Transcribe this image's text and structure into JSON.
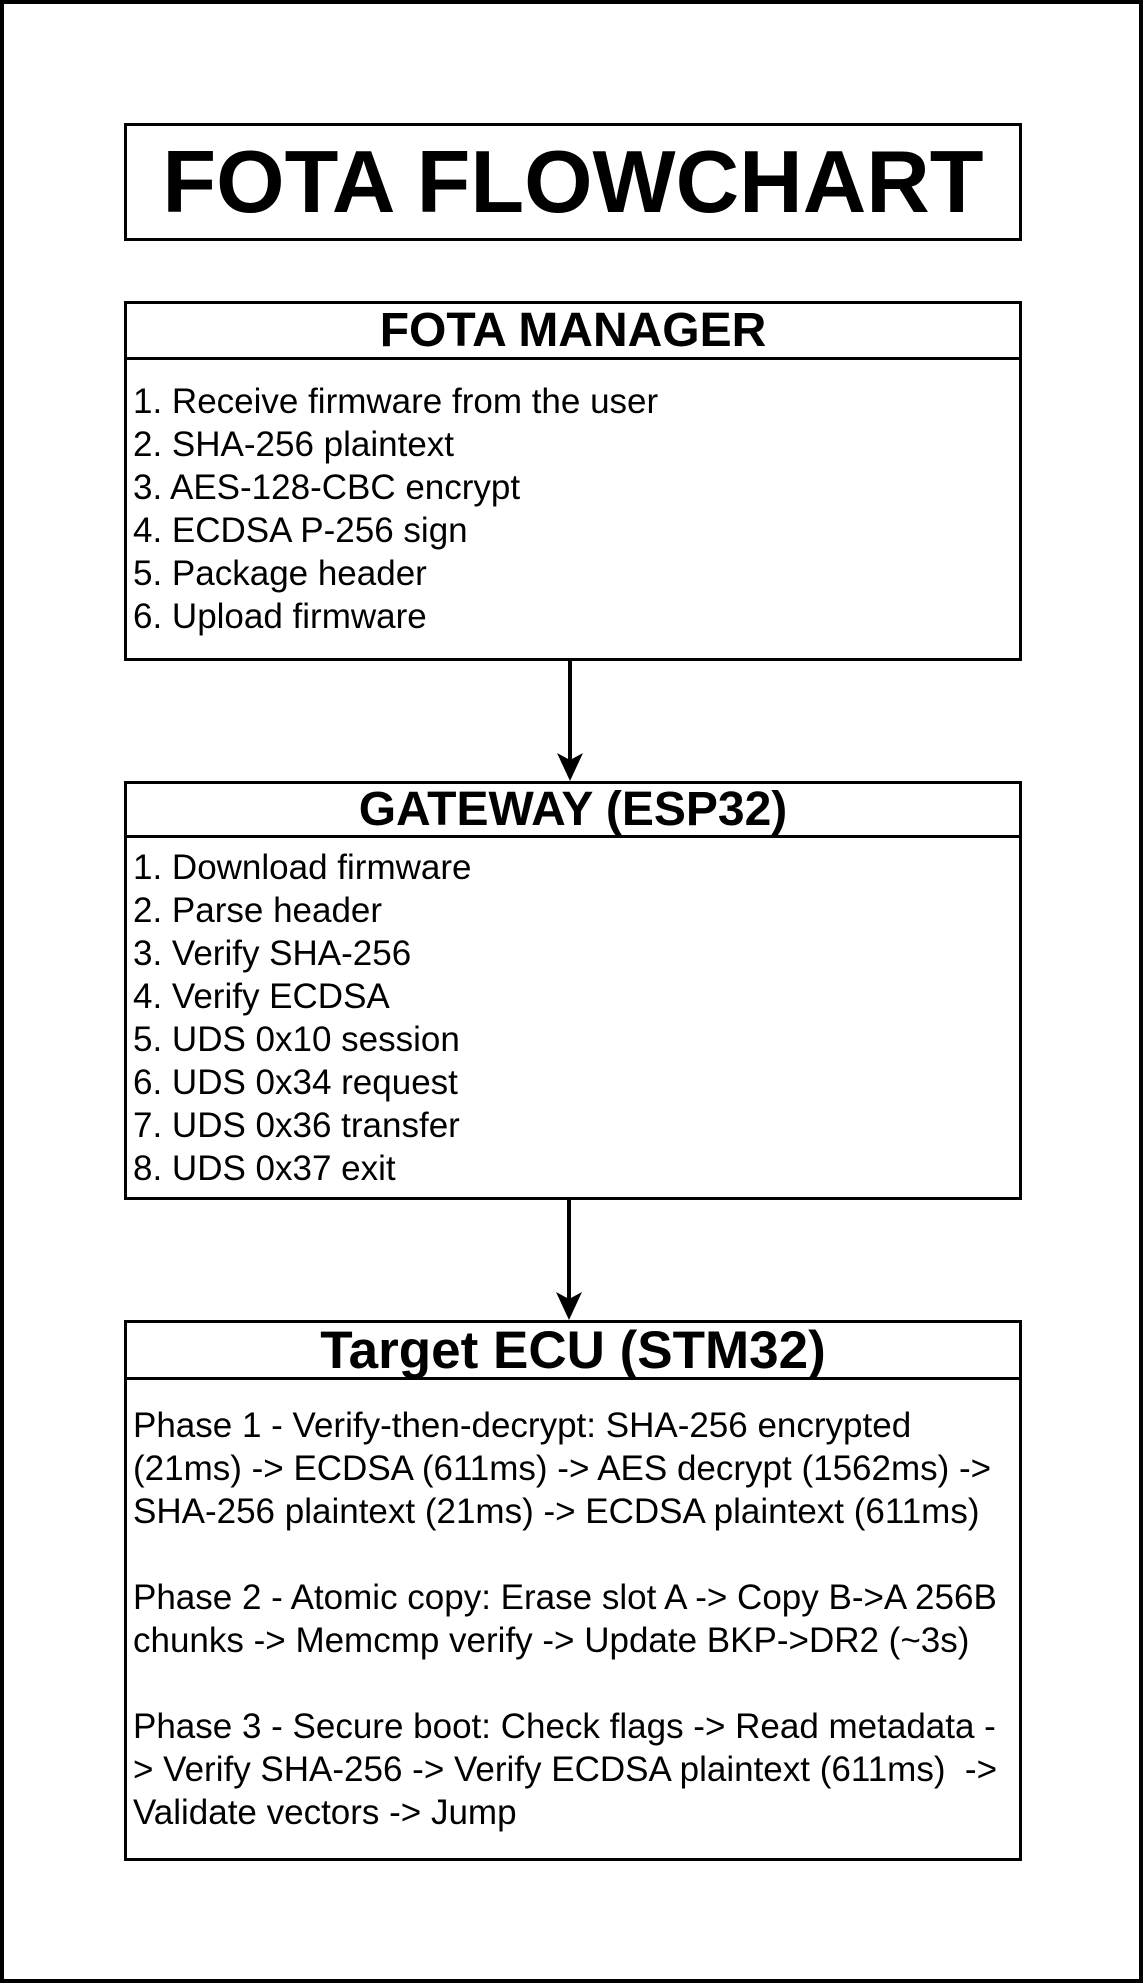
{
  "page": {
    "background": "#ffffff",
    "line_color": "#000000"
  },
  "title_box": {
    "label": "FOTA FLOWCHART"
  },
  "boxes": [
    {
      "id": "fota-manager",
      "title": "FOTA MANAGER",
      "items": [
        "1. Receive firmware from the user",
        "2. SHA-256 plaintext",
        "3. AES-128-CBC encrypt",
        "4. ECDSA P-256 sign",
        "5. Package header",
        "6. Upload firmware"
      ]
    },
    {
      "id": "gateway-esp32",
      "title": "GATEWAY (ESP32)",
      "items": [
        "1. Download firmware",
        "2. Parse header",
        "3. Verify SHA-256",
        "4. Verify ECDSA",
        "5. UDS 0x10 session",
        "6. UDS 0x34 request",
        "7. UDS 0x36 transfer",
        "8. UDS 0x37 exit"
      ]
    },
    {
      "id": "target-ecu-stm32",
      "title": "Target ECU (STM32)",
      "phases": [
        "Phase 1 - Verify-then-decrypt: SHA-256 encrypted\n(21ms) -> ECDSA (611ms) -> AES decrypt (1562ms) ->\nSHA-256 plaintext (21ms) -> ECDSA plaintext (611ms)",
        "Phase 2 - Atomic copy: Erase slot A -> Copy B->A 256B\nchunks -> Memcmp verify -> Update BKP->DR2 (~3s)",
        "Phase 3 - Secure boot: Check flags -> Read metadata -\n> Verify SHA-256 -> Verify ECDSA plaintext (611ms)  ->\nValidate vectors -> Jump"
      ]
    }
  ],
  "arrows": [
    {
      "icon": "arrow-down-icon",
      "from": "FOTA MANAGER",
      "to": "GATEWAY (ESP32)"
    },
    {
      "icon": "arrow-down-icon",
      "from": "GATEWAY (ESP32)",
      "to": "Target ECU (STM32)"
    }
  ]
}
